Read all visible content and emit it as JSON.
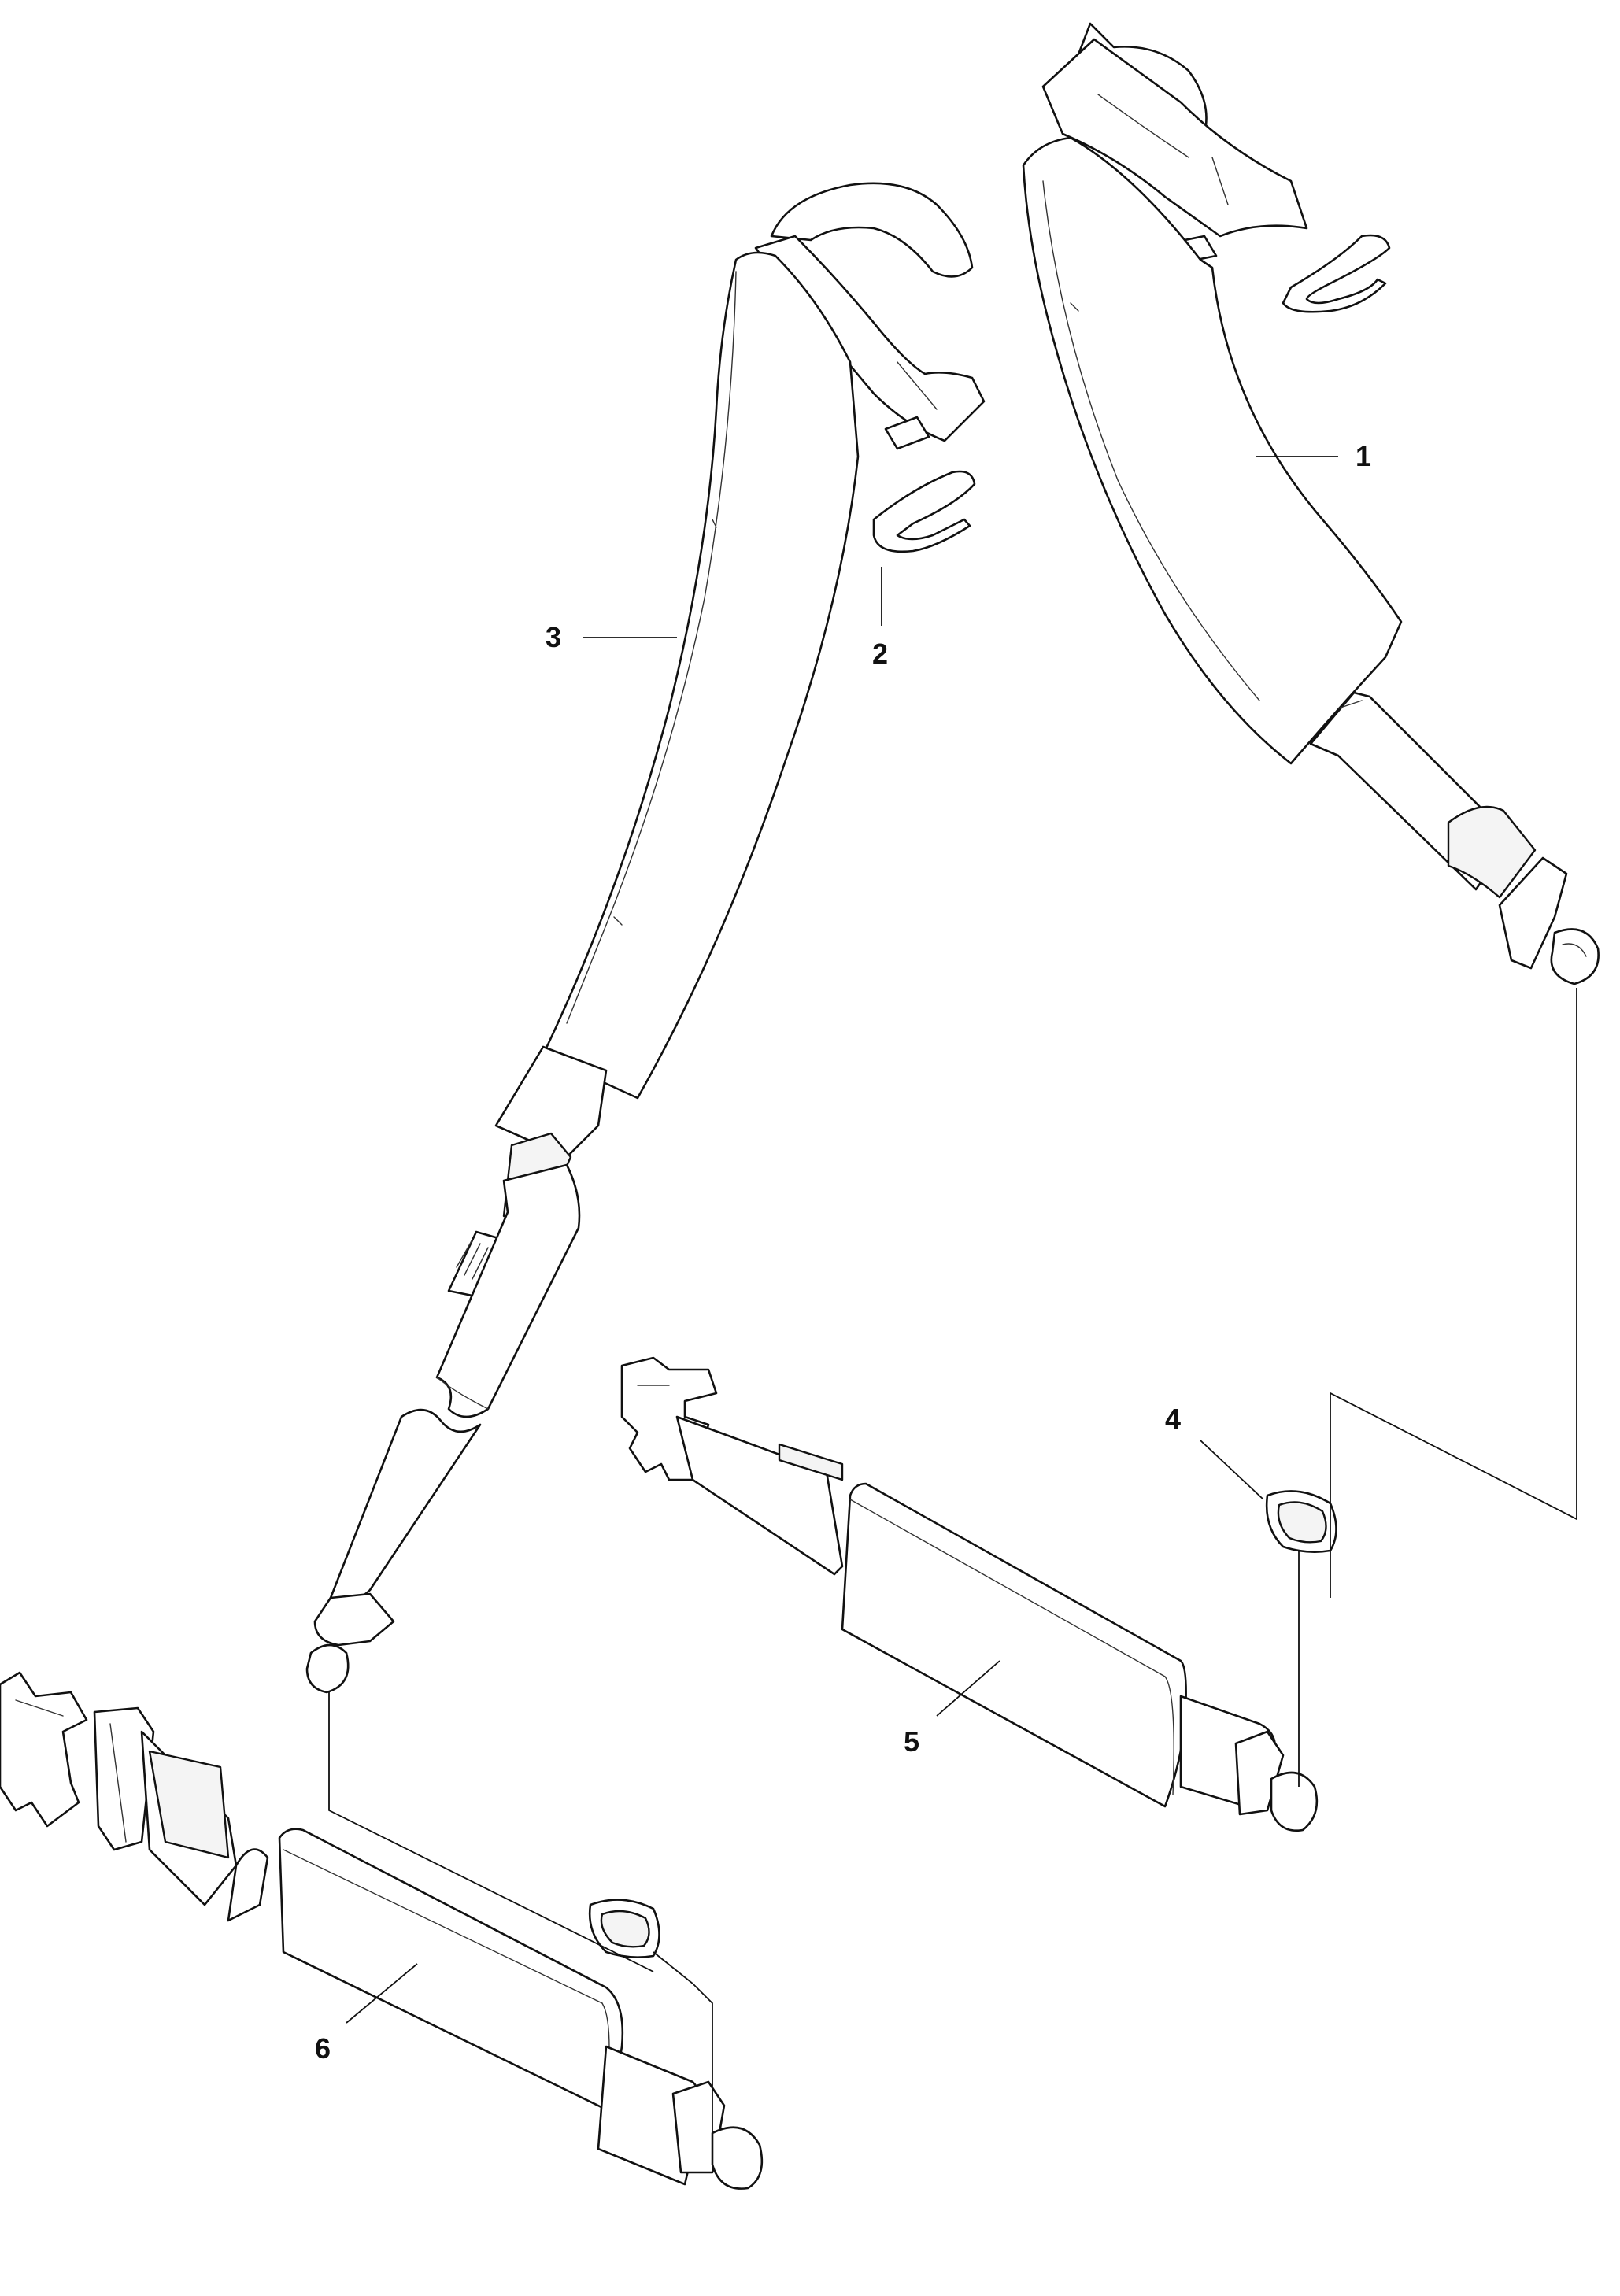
{
  "callouts": {
    "c1": "1",
    "c2": "2",
    "c3": "3",
    "c4": "4",
    "c5": "5",
    "c6": "6"
  },
  "colors": {
    "line": "#111111",
    "fill": "#ffffff"
  }
}
